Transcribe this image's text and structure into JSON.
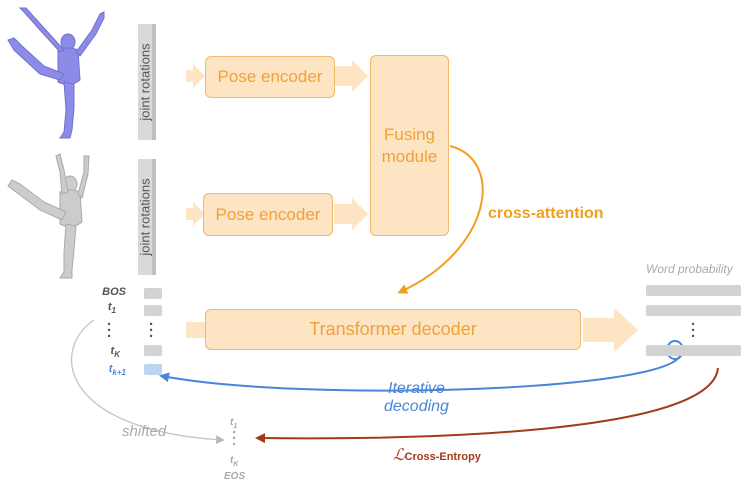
{
  "joint_label": "joint rotations",
  "pose_encoder_label": "Pose encoder",
  "fusing_line1": "Fusing",
  "fusing_line2": "module",
  "cross_attention": "cross-attention",
  "decoder_label": "Transformer decoder",
  "word_prob_title": "Word probability",
  "tokens": {
    "bos": "BOS",
    "t": "t",
    "sub1": "1",
    "subK": "K",
    "subK1": "k+1"
  },
  "iterative_line1": "Iterative",
  "iterative_line2": "decoding",
  "shifted_label": "shifted",
  "shifted_tokens": {
    "t": "t",
    "sub1": "1",
    "subK": "K",
    "eos": "EOS"
  },
  "loss": {
    "symbol": "ℒ",
    "subscript": "Cross-Entropy"
  },
  "colors": {
    "orange": "#f0a020",
    "box_fill": "#fde4c2",
    "blue": "#4a86d8",
    "dark_red": "#a33a1a",
    "gray": "#aaaaaa",
    "pose_purple": "#8c8ce8",
    "pose_gray": "#c8c8c8"
  }
}
